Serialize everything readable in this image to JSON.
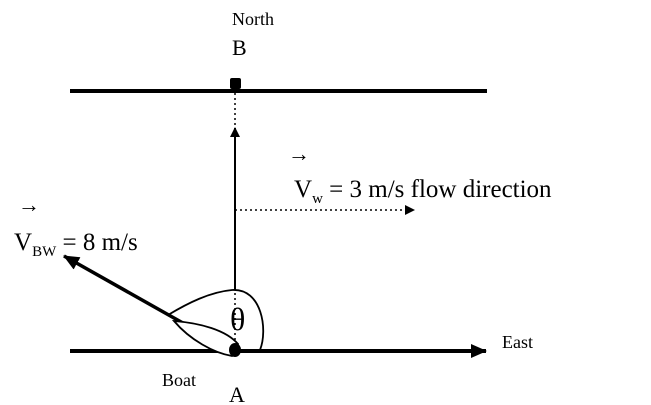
{
  "labels": {
    "north": "North",
    "point_b": "B",
    "vector_arrow_w": "→",
    "v_w_main": "V",
    "v_w_sub": "w",
    "v_w_value": " = 3 m/s  flow direction",
    "vector_arrow_bw": "→",
    "v_bw_main": "V",
    "v_bw_sub": "BW",
    "v_bw_value": " = 8 m/s",
    "theta": "θ",
    "east": "East",
    "boat": "Boat",
    "point_a": "A"
  },
  "colors": {
    "ink": "#000000",
    "background": "#ffffff"
  }
}
